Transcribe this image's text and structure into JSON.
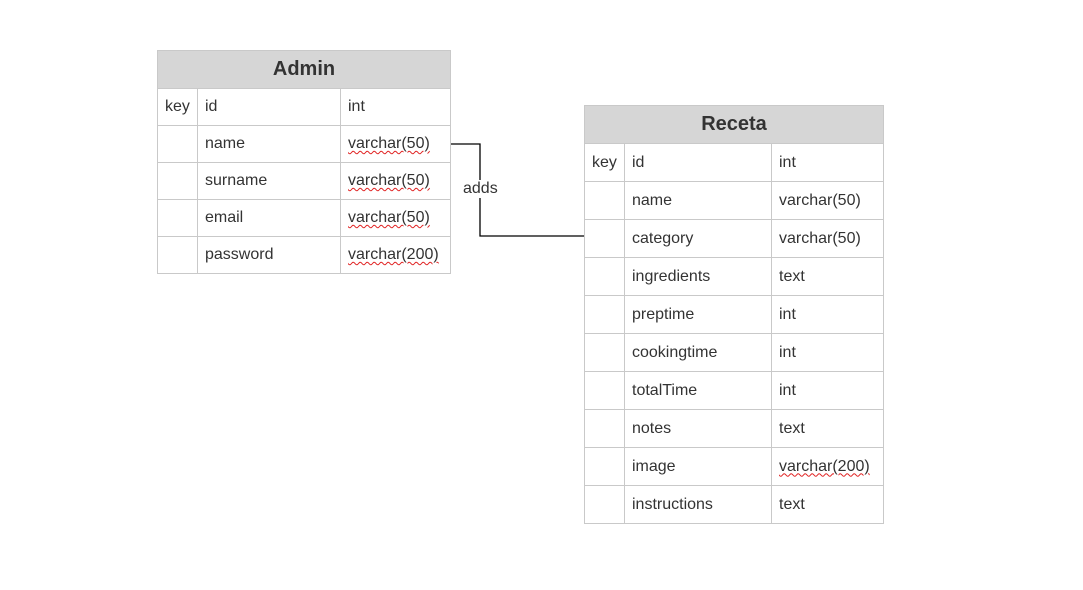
{
  "tables": {
    "admin": {
      "title": "Admin",
      "rows": [
        {
          "key": "key",
          "name": "id",
          "type": "int"
        },
        {
          "key": "",
          "name": "name",
          "type": "varchar(50)"
        },
        {
          "key": "",
          "name": "surname",
          "type": "varchar(50)"
        },
        {
          "key": "",
          "name": "email",
          "type": "varchar(50)"
        },
        {
          "key": "",
          "name": "password",
          "type": "varchar(200)"
        }
      ]
    },
    "receta": {
      "title": "Receta",
      "rows": [
        {
          "key": "key",
          "name": "id",
          "type": "int"
        },
        {
          "key": "",
          "name": "name",
          "type": "varchar(50)"
        },
        {
          "key": "",
          "name": "category",
          "type": "varchar(50)"
        },
        {
          "key": "",
          "name": "ingredients",
          "type": "text"
        },
        {
          "key": "",
          "name": "preptime",
          "type": "int"
        },
        {
          "key": "",
          "name": "cookingtime",
          "type": "int"
        },
        {
          "key": "",
          "name": "totalTime",
          "type": "int"
        },
        {
          "key": "",
          "name": "notes",
          "type": "text"
        },
        {
          "key": "",
          "name": "image",
          "type": "varchar(200)"
        },
        {
          "key": "",
          "name": "instructions",
          "type": "text"
        }
      ]
    }
  },
  "relationship": {
    "label": "adds",
    "from": "Admin.name",
    "to": "Receta.category"
  },
  "colors": {
    "header_bg": "#d6d6d6",
    "border": "#c9c9c9",
    "text": "#333333",
    "connector": "#000000",
    "spellcheck_underline": "#e02020"
  }
}
